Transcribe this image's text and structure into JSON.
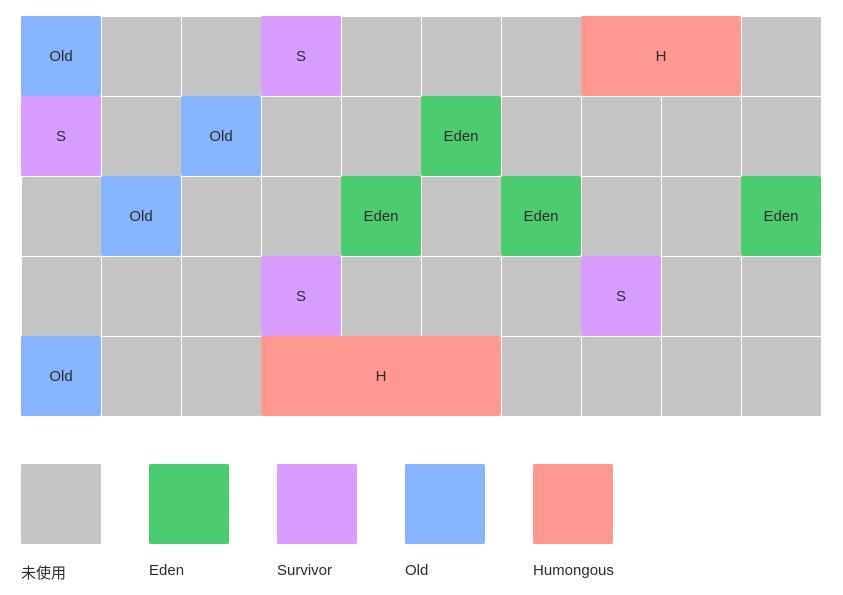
{
  "colors": {
    "unused": "#c4c4c4",
    "eden": "#4ccb70",
    "survivor": "#d89cfe",
    "old": "#87b5fd",
    "humongous": "#fe9891",
    "grid_line": "#ffffff"
  },
  "grid": {
    "columns": 10,
    "rows": 5,
    "regions": [
      {
        "row": 0,
        "col": 0,
        "span": 1,
        "kind": "old",
        "label": "Old"
      },
      {
        "row": 0,
        "col": 3,
        "span": 1,
        "kind": "survivor",
        "label": "S"
      },
      {
        "row": 0,
        "col": 7,
        "span": 2,
        "kind": "humongous",
        "label": "H"
      },
      {
        "row": 1,
        "col": 0,
        "span": 1,
        "kind": "survivor",
        "label": "S"
      },
      {
        "row": 1,
        "col": 2,
        "span": 1,
        "kind": "old",
        "label": "Old"
      },
      {
        "row": 1,
        "col": 5,
        "span": 1,
        "kind": "eden",
        "label": "Eden"
      },
      {
        "row": 2,
        "col": 1,
        "span": 1,
        "kind": "old",
        "label": "Old"
      },
      {
        "row": 2,
        "col": 4,
        "span": 1,
        "kind": "eden",
        "label": "Eden"
      },
      {
        "row": 2,
        "col": 6,
        "span": 1,
        "kind": "eden",
        "label": "Eden"
      },
      {
        "row": 2,
        "col": 9,
        "span": 1,
        "kind": "eden",
        "label": "Eden"
      },
      {
        "row": 3,
        "col": 3,
        "span": 1,
        "kind": "survivor",
        "label": "S"
      },
      {
        "row": 3,
        "col": 7,
        "span": 1,
        "kind": "survivor",
        "label": "S"
      },
      {
        "row": 4,
        "col": 0,
        "span": 1,
        "kind": "old",
        "label": "Old"
      },
      {
        "row": 4,
        "col": 3,
        "span": 3,
        "kind": "humongous",
        "label": "H"
      }
    ]
  },
  "legend": [
    {
      "kind": "unused",
      "label": "未使用"
    },
    {
      "kind": "eden",
      "label": "Eden"
    },
    {
      "kind": "survivor",
      "label": "Survivor"
    },
    {
      "kind": "old",
      "label": "Old"
    },
    {
      "kind": "humongous",
      "label": "Humongous"
    }
  ]
}
